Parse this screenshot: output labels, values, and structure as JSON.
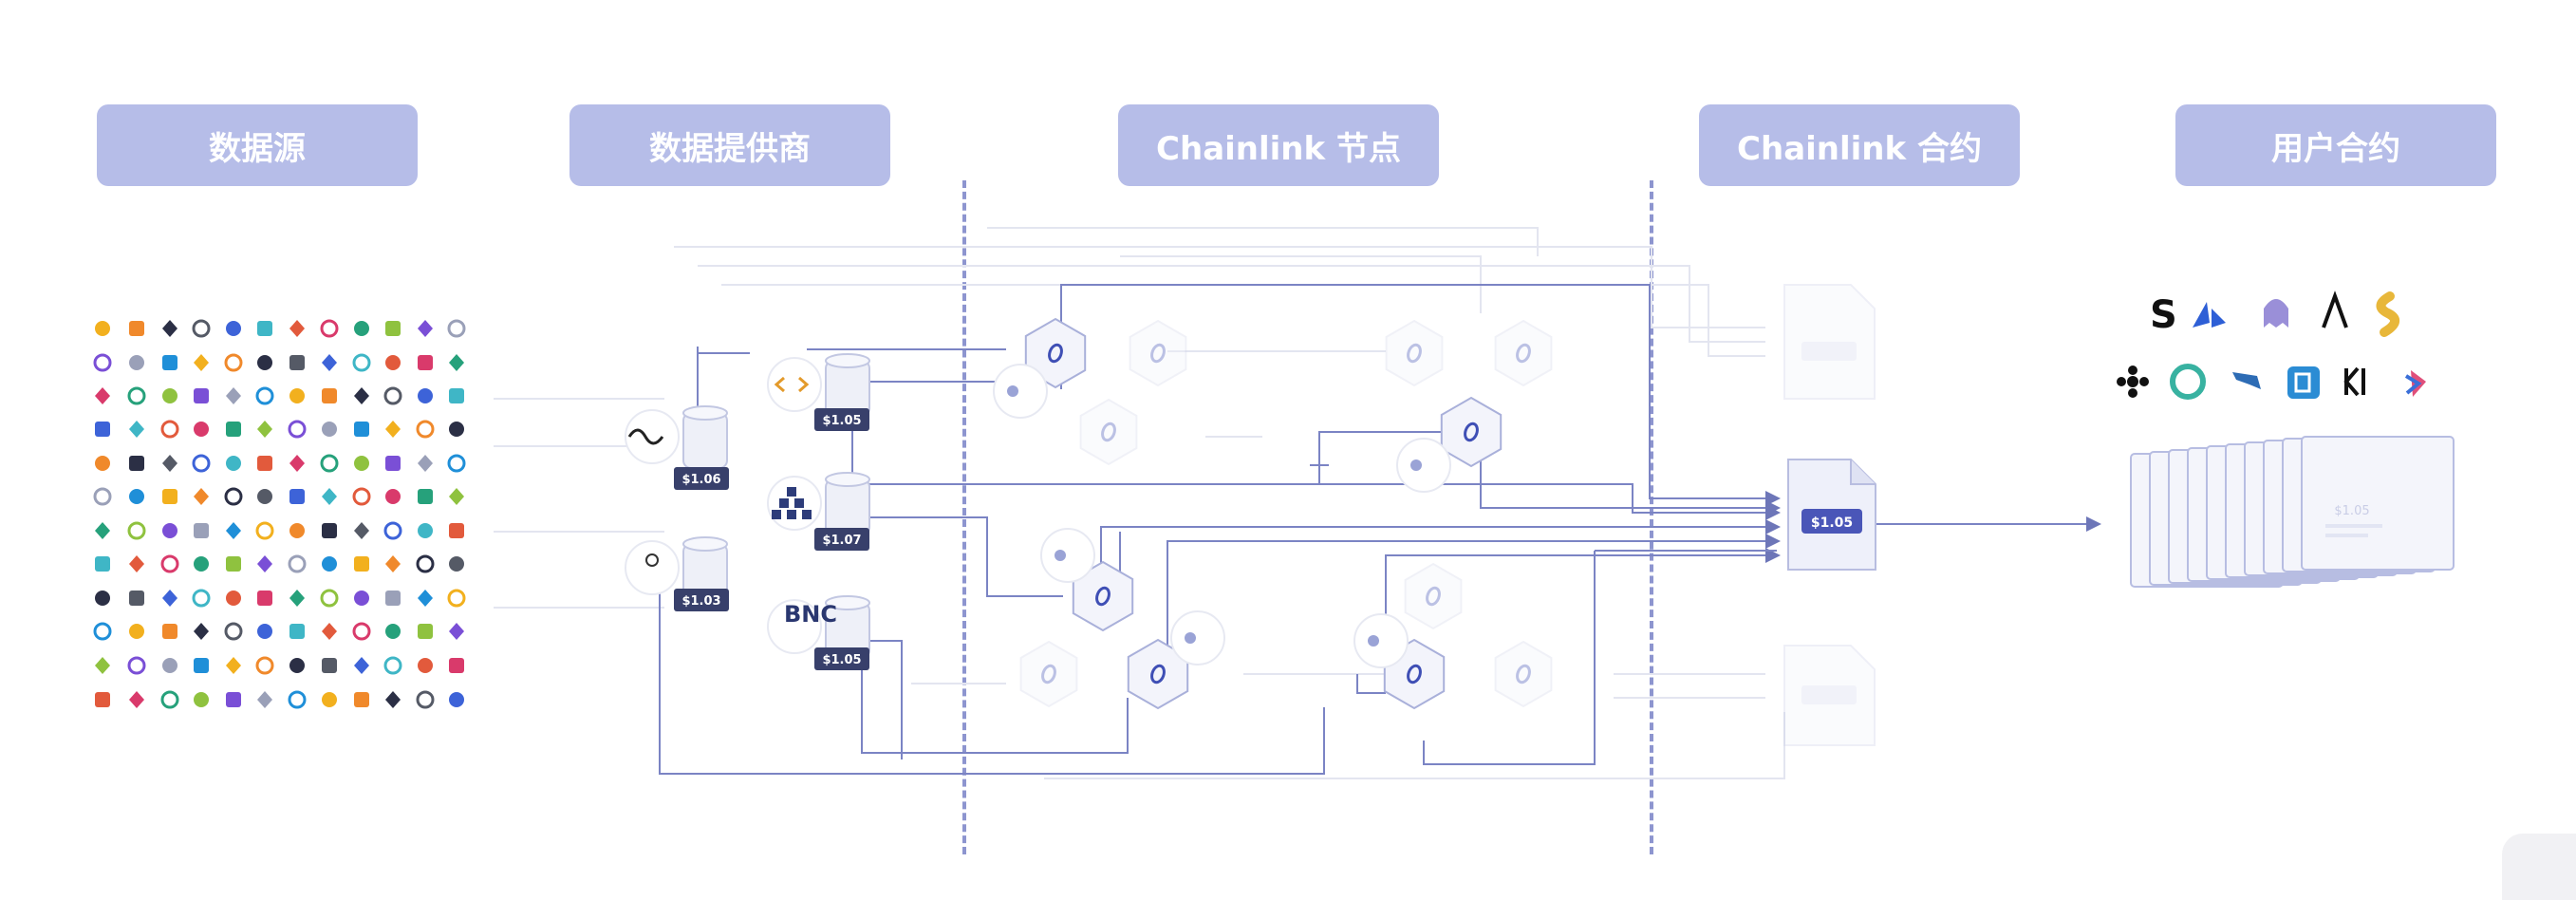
{
  "headers": {
    "data_sources": "数据源",
    "data_providers": "数据提供商",
    "chainlink_nodes": "Chainlink 节点",
    "chainlink_contract": "Chainlink 合约",
    "user_contracts": "用户合约"
  },
  "provider_prices": {
    "brave_new_coin": "$1.06",
    "top_provider": "$1.05",
    "middle_provider": "$1.07",
    "coinmarketcap": "$1.03",
    "bnc": "$1.05"
  },
  "contract_price": "$1.05",
  "user_contract_price": "$1.05",
  "provider_labels": {
    "bnc_logo": "BNC"
  },
  "colors": {
    "header_bg": "#b6bde8",
    "accent": "#3f4fb5",
    "price_tag": "#38406b"
  },
  "icons": {
    "node_hexagon": "chainlink-hexagon-icon",
    "data_source": "exchange-logo-icon",
    "contract": "document-icon"
  }
}
